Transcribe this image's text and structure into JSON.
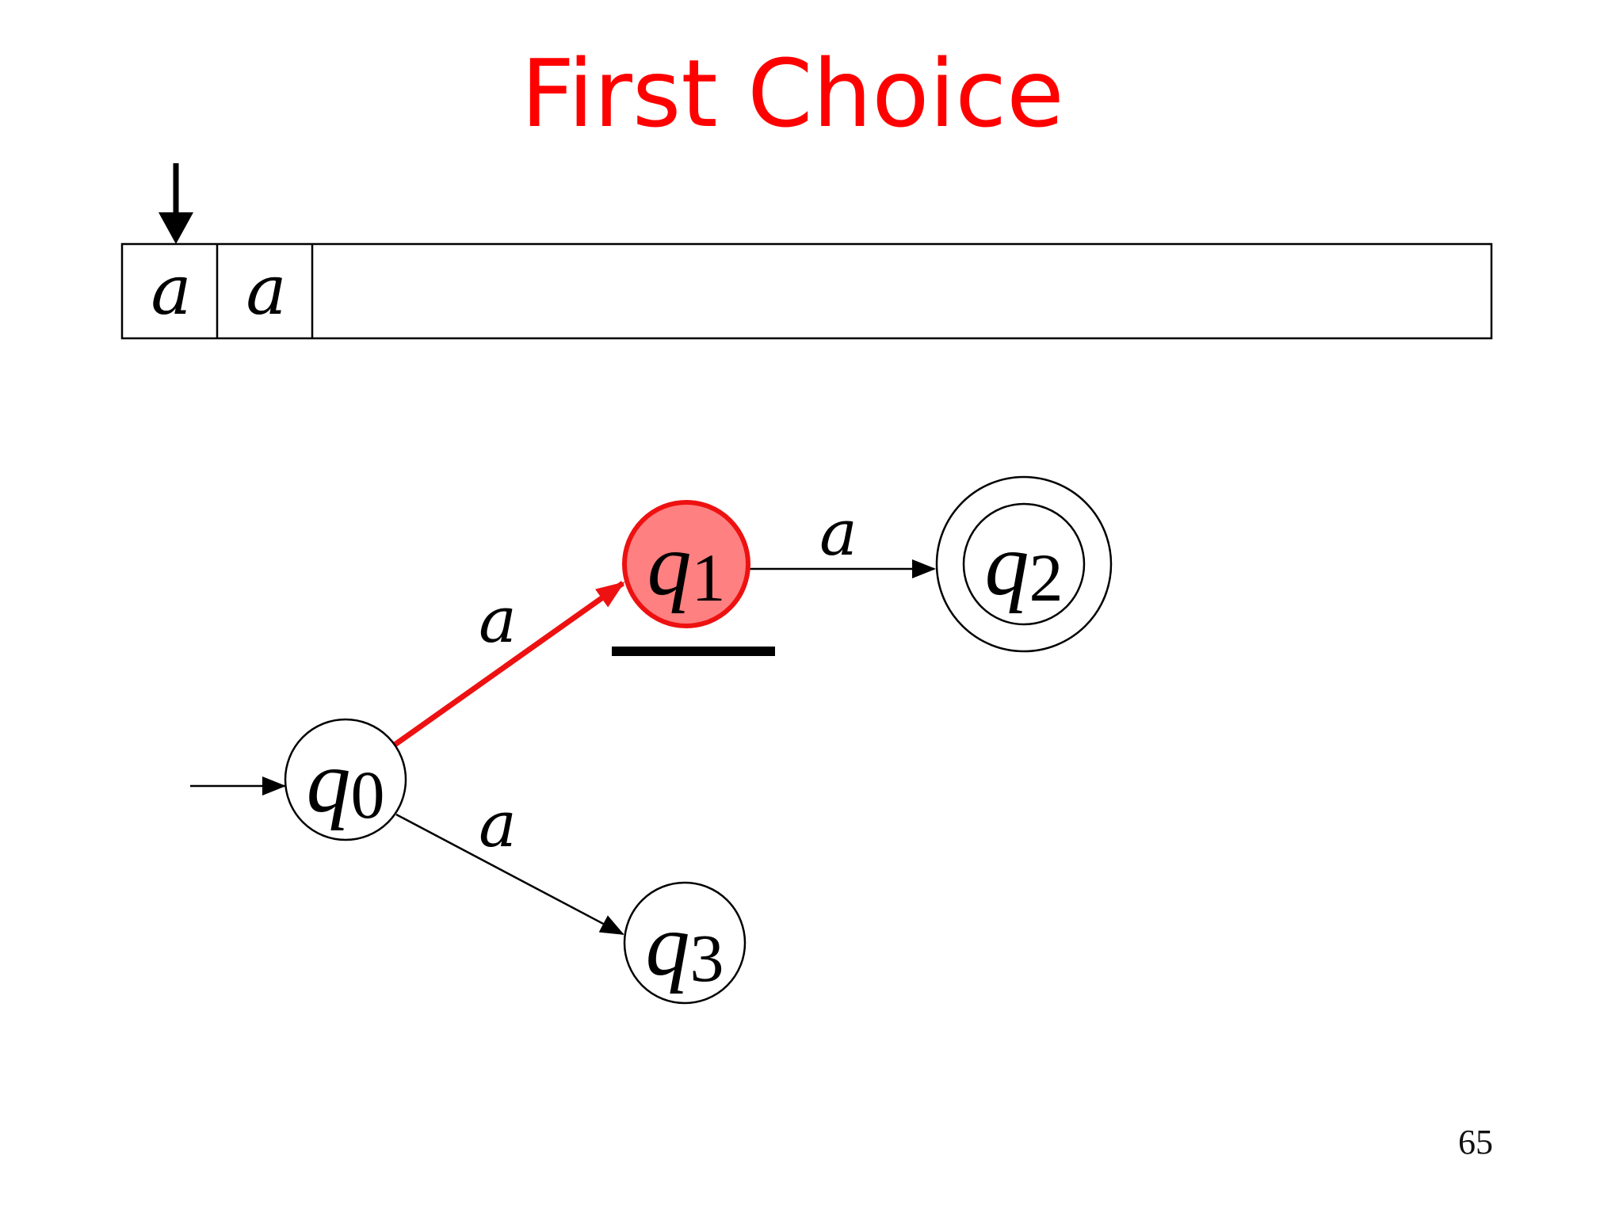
{
  "slide": {
    "title": "First Choice",
    "page_number": "65"
  },
  "tape": {
    "cells": [
      "a",
      "a"
    ],
    "head_position": 0
  },
  "automaton": {
    "states": [
      {
        "id": "q0",
        "letter": "q",
        "index": "0",
        "initial": true,
        "accepting": false,
        "highlighted": false
      },
      {
        "id": "q1",
        "letter": "q",
        "index": "1",
        "initial": false,
        "accepting": false,
        "highlighted": true
      },
      {
        "id": "q2",
        "letter": "q",
        "index": "2",
        "initial": false,
        "accepting": true,
        "highlighted": false
      },
      {
        "id": "q3",
        "letter": "q",
        "index": "3",
        "initial": false,
        "accepting": false,
        "highlighted": false
      }
    ],
    "transitions": [
      {
        "from": "q0",
        "to": "q1",
        "label": "a",
        "highlighted": true
      },
      {
        "from": "q1",
        "to": "q2",
        "label": "a",
        "highlighted": false
      },
      {
        "from": "q0",
        "to": "q3",
        "label": "a",
        "highlighted": false
      }
    ],
    "current_state": "q1"
  },
  "colors": {
    "title": "#ff0000",
    "highlight_stroke": "#ee1111",
    "highlight_fill": "#ff8080",
    "stroke": "#000000"
  }
}
